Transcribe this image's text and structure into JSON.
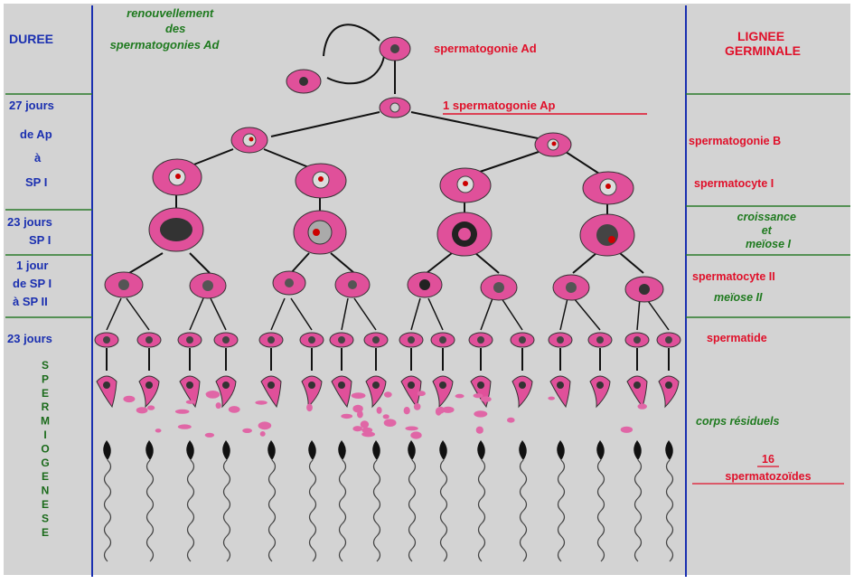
{
  "colors": {
    "panel_background": "#d3d3d3",
    "left_column_text": "#1a2fb0",
    "right_column_text": "#e0102a",
    "italic_green_text": "#1f7a1f",
    "cell": "#e0509a",
    "spermatozoid": "#111111"
  },
  "headers": {
    "left": "DUREE",
    "right": [
      "LIGNEE",
      "GERMINALE"
    ]
  },
  "renewal_label": [
    "renouvellement",
    "des",
    "spermatogonies Ad"
  ],
  "stage_labels": {
    "ad": "spermatogonie Ad",
    "ap": "1 spermatogonie Ap",
    "b": "spermatogonie B",
    "sp1": "spermatocyte I",
    "growth": [
      "croissance",
      "et",
      "meïose I"
    ],
    "sp2": "spermatocyte II",
    "meiosis2": "meïose II",
    "spermatid": "spermatide",
    "residual": "corps résiduels",
    "count": "16",
    "spermatozoa": "spermatozoïdes"
  },
  "durations": {
    "d1": [
      "27 jours",
      "de Ap",
      "à",
      "SP I"
    ],
    "d2": [
      "23 jours",
      "SP I"
    ],
    "d3": [
      "1 jour",
      "de SP I",
      "à SP II"
    ],
    "d4": "23 jours"
  },
  "spermiogenesis_letters": [
    "S",
    "P",
    "E",
    "R",
    "M",
    "I",
    "O",
    "G",
    "E",
    "N",
    "E",
    "S",
    "E"
  ]
}
